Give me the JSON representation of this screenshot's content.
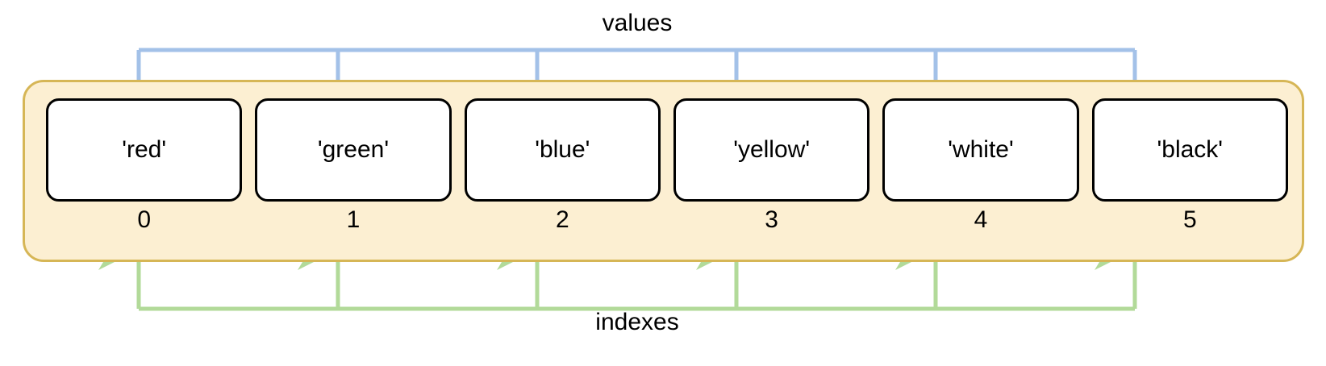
{
  "diagram": {
    "title_top": "values",
    "title_bottom": "indexes",
    "type": "array-index-diagram",
    "colors": {
      "values_arrow": "#A3C1E8",
      "indexes_arrow": "#B2DA99",
      "array_fill": "#FCEFD2",
      "array_border": "#D6B656",
      "cell_fill": "#FFFFFF",
      "cell_border": "#000000",
      "text": "#000000"
    },
    "array": {
      "cells": [
        {
          "value": "'red'",
          "index": "0"
        },
        {
          "value": "'green'",
          "index": "1"
        },
        {
          "value": "'blue'",
          "index": "2"
        },
        {
          "value": "'yellow'",
          "index": "3"
        },
        {
          "value": "'white'",
          "index": "4"
        },
        {
          "value": "'black'",
          "index": "5"
        }
      ]
    }
  }
}
